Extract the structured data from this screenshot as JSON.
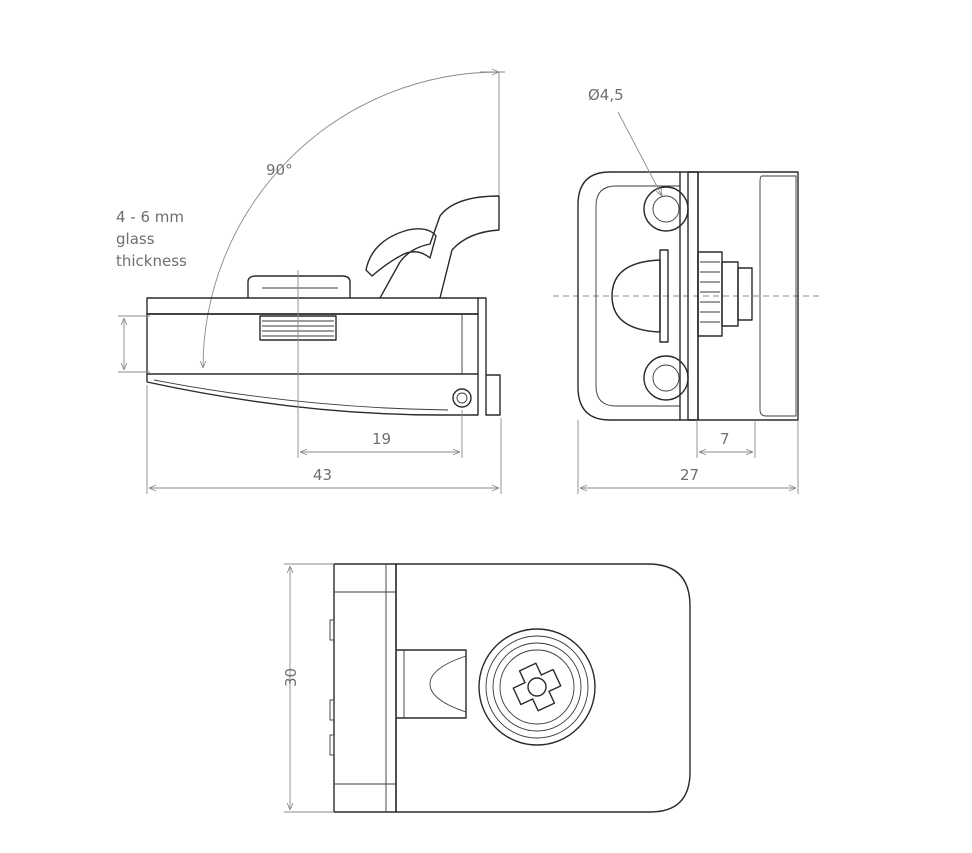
{
  "annotations": {
    "angle": "90°",
    "glass_line1": "4 - 6 mm",
    "glass_line2": "glass",
    "glass_line3": "thickness",
    "hole_diameter": "Ø4,5"
  },
  "dimensions": {
    "side_inner": "19",
    "side_overall": "43",
    "end_inner": "7",
    "end_overall": "27",
    "top_height": "30"
  },
  "colors": {
    "outline": "#2a2a2a",
    "dimension": "#8a8a8a",
    "text": "#6f6f6f",
    "background": "#ffffff"
  }
}
